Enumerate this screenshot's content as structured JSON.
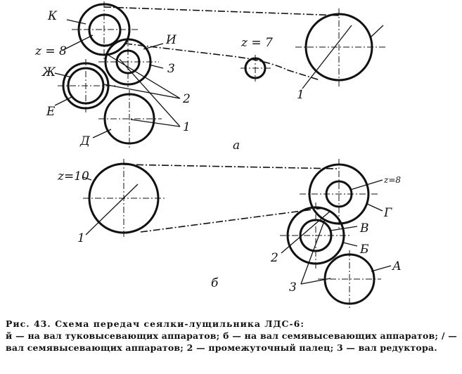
{
  "figure_a": {
    "labels": {
      "k": "К",
      "z8": "z = 8",
      "i": "И",
      "three": "3",
      "zh": "Ж",
      "two": "2",
      "e": "Е",
      "one_lower": "1",
      "d": "Д",
      "z7": "z = 7",
      "one_right": "1",
      "panel": "а"
    }
  },
  "figure_b": {
    "labels": {
      "z10": "z=10",
      "one": "1",
      "z8": "z=8",
      "g": "Г",
      "v": "В",
      "b": "Б",
      "two": "2",
      "a": "А",
      "three": "3",
      "panel": "б"
    }
  },
  "caption": {
    "title": "Рис. 43. Схема передач сеялки-лущильника ЛДС-6:",
    "body": "й — на вал туковысевающих аппаратов; б — на вал семявысевающих аппаратов; / — вал семявысевающих аппаратов; 2 — промежуточный палец; 3 — вал редуктора."
  }
}
